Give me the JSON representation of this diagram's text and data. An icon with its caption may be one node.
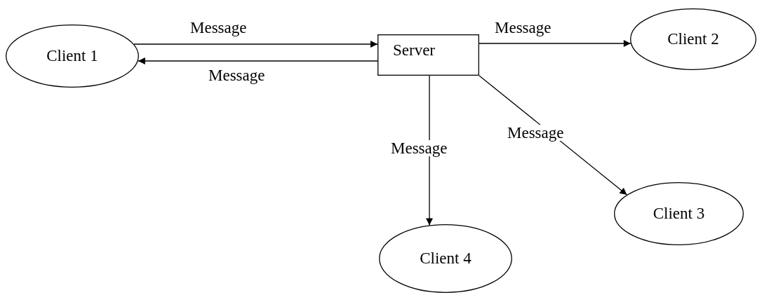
{
  "diagram": {
    "nodes": [
      {
        "text": [
          "Client 1"
        ]
      },
      {
        "text": [
          "Server"
        ]
      },
      {
        "text": [
          "Client 2"
        ]
      },
      {
        "text": [
          "Client 3"
        ]
      },
      {
        "text": [
          "Client 4"
        ]
      }
    ],
    "edges": [
      {
        "from": 0,
        "to": 1,
        "arrow": "to",
        "label": "Message"
      },
      {
        "from": 1,
        "to": 0,
        "arrow": "to",
        "label": "Message"
      },
      {
        "from": 1,
        "to": 2,
        "arrow": "to",
        "label": "Message"
      },
      {
        "from": 1,
        "to": 4,
        "arrow": "to",
        "label": "Message"
      },
      {
        "from": 1,
        "to": 3,
        "arrow": "to",
        "label": "Message"
      }
    ]
  }
}
